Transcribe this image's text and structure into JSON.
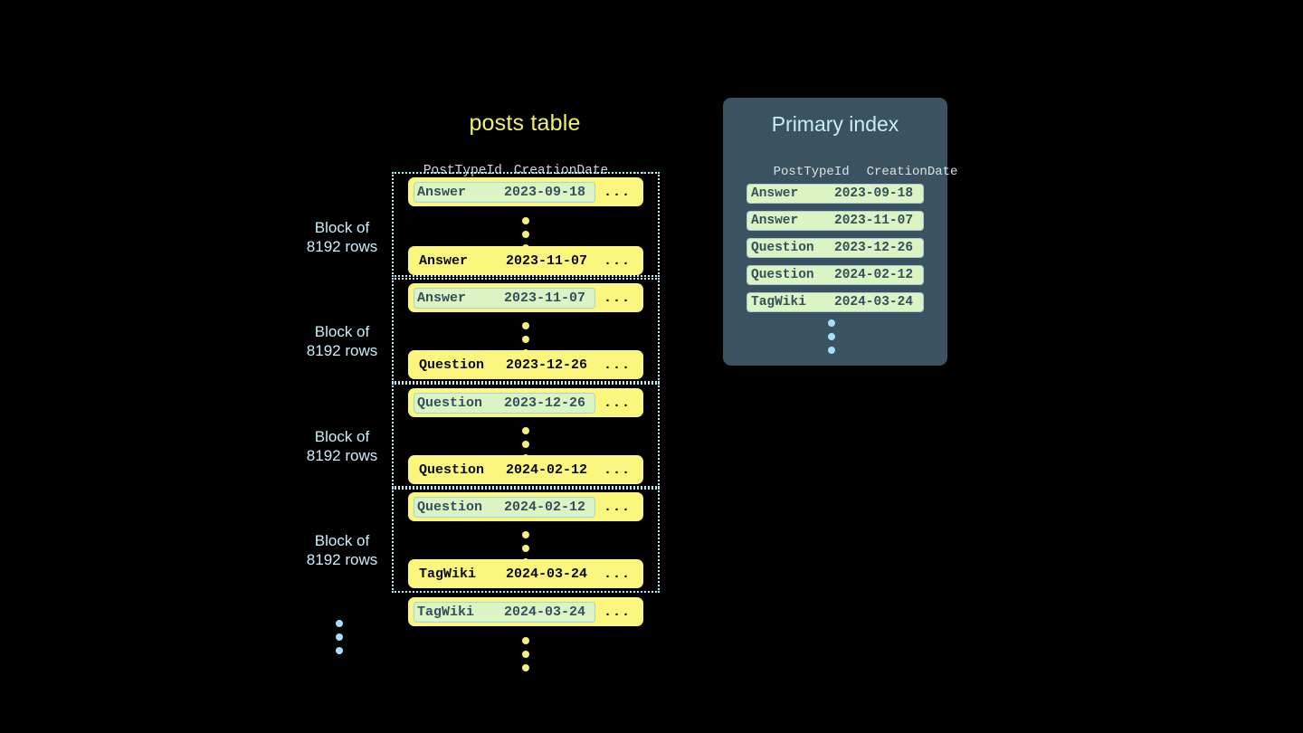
{
  "posts_table": {
    "title": "posts table",
    "columns": [
      "PostTypeId",
      "CreationDate",
      "..."
    ],
    "blocks": [
      {
        "label_line1": "Block of",
        "label_line2": "8192 rows",
        "first_row": {
          "type": "Answer",
          "date": "2023-09-18",
          "more": "...",
          "highlighted": true
        },
        "last_row": {
          "type": "Answer",
          "date": "2023-11-07",
          "more": "...",
          "highlighted": false
        }
      },
      {
        "label_line1": "Block of",
        "label_line2": "8192 rows",
        "first_row": {
          "type": "Answer",
          "date": "2023-11-07",
          "more": "...",
          "highlighted": true
        },
        "last_row": {
          "type": "Question",
          "date": "2023-12-26",
          "more": "...",
          "highlighted": false
        }
      },
      {
        "label_line1": "Block of",
        "label_line2": "8192 rows",
        "first_row": {
          "type": "Question",
          "date": "2023-12-26",
          "more": "...",
          "highlighted": true
        },
        "last_row": {
          "type": "Question",
          "date": "2024-02-12",
          "more": "...",
          "highlighted": false
        }
      },
      {
        "label_line1": "Block of",
        "label_line2": "8192 rows",
        "first_row": {
          "type": "Question",
          "date": "2024-02-12",
          "more": "...",
          "highlighted": true
        },
        "last_row": {
          "type": "TagWiki",
          "date": "2024-03-24",
          "more": "...",
          "highlighted": false
        }
      }
    ],
    "trailing_row": {
      "type": "TagWiki",
      "date": "2024-03-24",
      "more": "...",
      "highlighted": true
    }
  },
  "primary_index": {
    "title": "Primary index",
    "columns": [
      "PostTypeId",
      "CreationDate"
    ],
    "rows": [
      {
        "type": "Answer",
        "date": "2023-09-18"
      },
      {
        "type": "Answer",
        "date": "2023-11-07"
      },
      {
        "type": "Question",
        "date": "2023-12-26"
      },
      {
        "type": "Question",
        "date": "2024-02-12"
      },
      {
        "type": "TagWiki",
        "date": "2024-03-24"
      }
    ]
  },
  "colors": {
    "background": "#000000",
    "row_yellow": "#fbf77e",
    "highlight_green": "#dcf3c3",
    "highlight_border": "#9fd3e6",
    "panel_slate": "#3b5360",
    "accent_cyan": "#cceefb",
    "title_yellow": "#f2f26a",
    "dot_yellow": "#f7ef7a",
    "dot_blue": "#a6e0f5",
    "text_dark": "#33505e"
  }
}
